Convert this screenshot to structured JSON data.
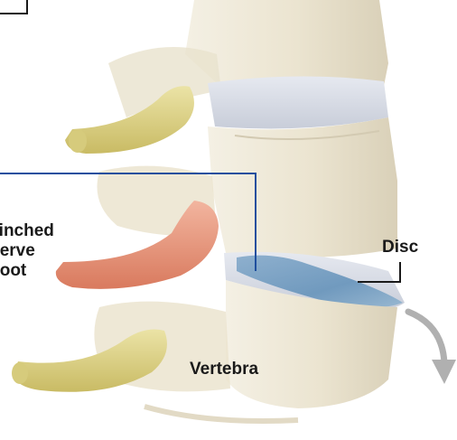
{
  "labels": {
    "pinched_nerve_root": [
      "Pinched",
      "Nerve",
      "Root"
    ],
    "disc": "Disc",
    "vertebra": "Vertebra"
  },
  "colors": {
    "bone": "#ede7d6",
    "bone_shadow": "#d8d0ba",
    "disc": "#d9dde6",
    "herniated_disc": "#5f8fb8",
    "nerve_normal": "#ddd28a",
    "nerve_pinched": "#e6957a",
    "leader_line": "#1f4f9e",
    "arrow": "#b0b0b0"
  }
}
